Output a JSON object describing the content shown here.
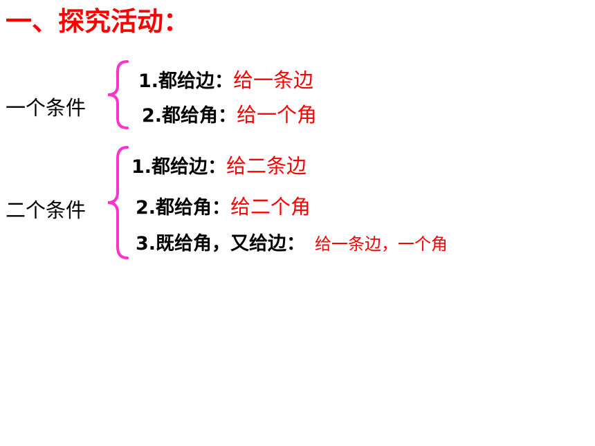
{
  "title": "一、探究活动：",
  "colors": {
    "accent": "#ff0000",
    "brace": "#ff33cc",
    "text": "#000000"
  },
  "groups": [
    {
      "label": "一个条件",
      "items": [
        {
          "key": "1.都给边：",
          "value": "给一条边"
        },
        {
          "key": "2.都给角：",
          "value": "给一个角"
        }
      ]
    },
    {
      "label": "二个条件",
      "items": [
        {
          "key": "1.都给边：",
          "value": "给二条边"
        },
        {
          "key": "2.都给角：",
          "value": "给二个角"
        },
        {
          "key": "3.既给角，又给边：",
          "value": "给一条边，一个角"
        }
      ]
    }
  ]
}
